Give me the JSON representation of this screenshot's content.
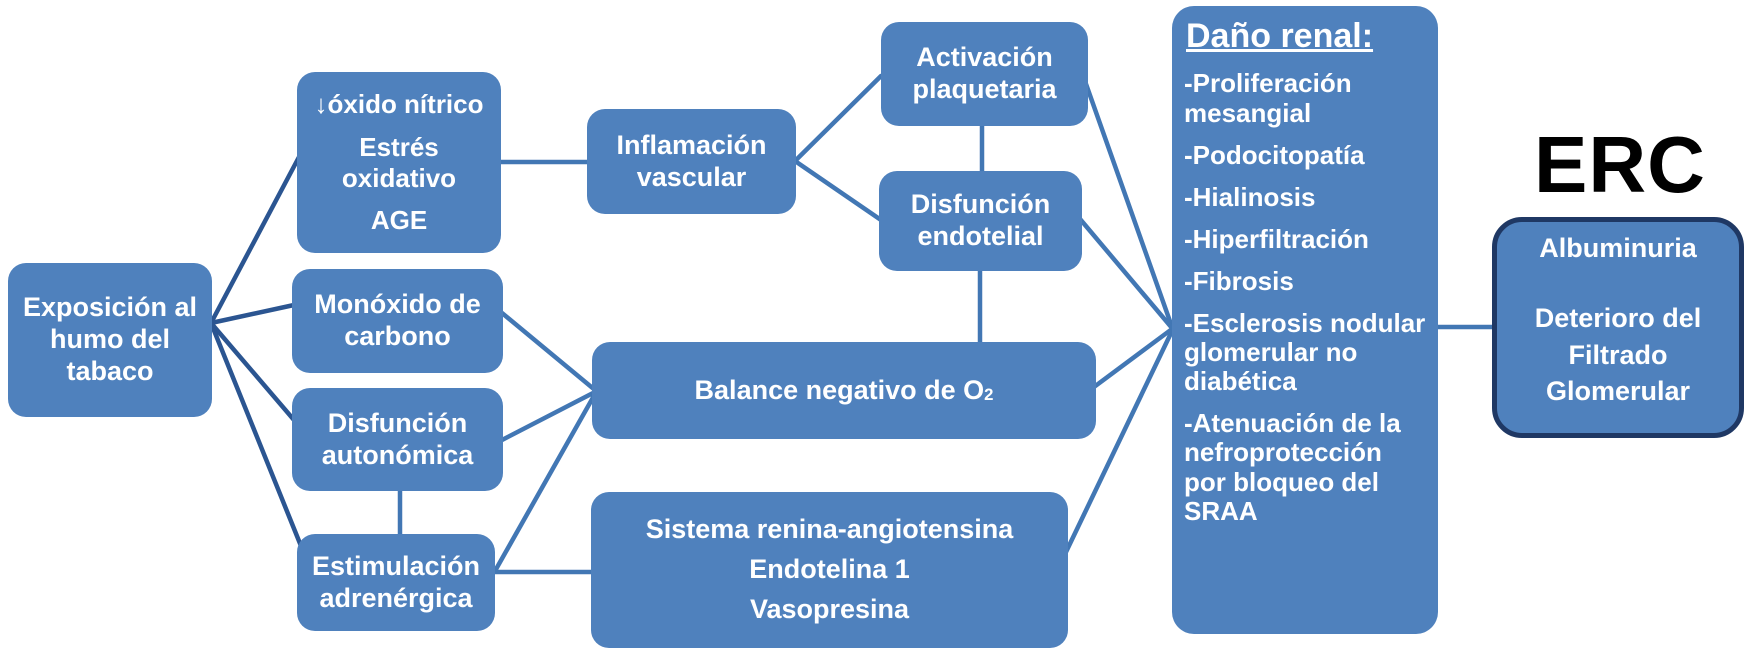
{
  "colors": {
    "box_fill": "#4F81BD",
    "box_text": "#FFFFFF",
    "connector": "#4277B4",
    "connector_dark": "#2B5591",
    "erc_box_border": "#1F3864",
    "erc_title_color": "#000000",
    "background": "#FFFFFF"
  },
  "nodes": {
    "exposicion": {
      "text": "Exposición al\nhumo del\ntabaco"
    },
    "oxido": {
      "items": [
        "↓óxido nítrico",
        "Estrés\noxidativo",
        "AGE"
      ]
    },
    "monoxido": {
      "text": "Monóxido de\ncarbono"
    },
    "autonomica": {
      "text": "Disfunción\nautonómica"
    },
    "adrenergica": {
      "text": "Estimulación\nadrenérgica"
    },
    "inflamacion": {
      "text": "Inflamación\nvascular"
    },
    "activacion": {
      "text": "Activación\nplaquetaria"
    },
    "endotelial": {
      "text": "Disfunción\nendotelial"
    },
    "balance": {
      "text": "Balance negativo de O",
      "subscript": "2"
    },
    "sistema": {
      "lines": [
        "Sistema renina-angiotensina",
        "Endotelina 1",
        "Vasopresina"
      ]
    },
    "danio": {
      "title": "Daño renal:",
      "items": [
        "-Proliferación mesangial",
        "-Podocitopatía",
        "-Hialinosis",
        "-Hiperfiltración",
        "-Fibrosis",
        "-Esclerosis nodular glomerular no diabética",
        "-Atenuación de la nefroprotección por bloqueo del SRAA"
      ]
    },
    "erc": {
      "title": "ERC",
      "line1": "Albuminuria",
      "line2": "Deterioro del\nFiltrado\nGlomerular"
    }
  }
}
